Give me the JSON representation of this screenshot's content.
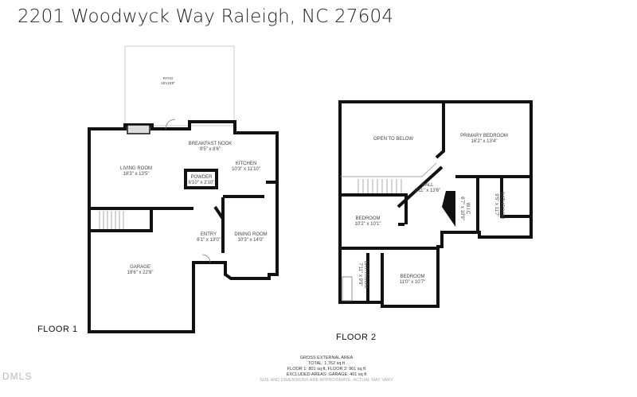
{
  "title": "2201 Woodwyck Way Raleigh, NC 27604",
  "floor1": {
    "label": "FLOOR 1",
    "rooms": [
      {
        "name": "PATIO",
        "size": "18'x15'8\""
      },
      {
        "name": "BREAKFAST NOOK",
        "size": "9'5\" x 8'6\""
      },
      {
        "name": "LIVING ROOM",
        "size": "18'3\" x 13'5\""
      },
      {
        "name": "KITCHEN",
        "size": "10'3\" x 11'10\""
      },
      {
        "name": "POWDER",
        "size": "6'10\" x 2'10\""
      },
      {
        "name": "ENTRY",
        "size": "6'1\" x 13'0\""
      },
      {
        "name": "DINING ROOM",
        "size": "10'3\" x 14'0\""
      },
      {
        "name": "GARAGE",
        "size": "19'6\" x 22'8\""
      }
    ]
  },
  "floor2": {
    "label": "FLOOR 2",
    "rooms": [
      {
        "name": "OPEN TO BELOW",
        "size": ""
      },
      {
        "name": "PRIMARY BEDROOM",
        "size": "16'2\" x 13'4\""
      },
      {
        "name": "HALL",
        "size": "8'11\" x 13'6\""
      },
      {
        "name": "W.I.C",
        "size": "6'7\" x 10'9\""
      },
      {
        "name": "BATHROOM",
        "size": "9'5\" x 11'7\""
      },
      {
        "name": "BEDROOM",
        "size": "10'2\" x 10'1\""
      },
      {
        "name": "BATHROOM",
        "size": "7'11\" x 9'9\""
      },
      {
        "name": "BEDROOM",
        "size": "11'0\" x 10'7\""
      }
    ]
  },
  "area": {
    "heading": "GROSS EXTERNAL AREA",
    "total": "TOTAL: 1,762 sq ft",
    "floors": "FLOOR 1: 801 sq ft, FLOOR 2: 961 sq ft",
    "excluded": "EXCLUDED AREAS: GARAGE: 401 sq ft",
    "note": "SIZE AND DIMENSIONS ARE APPROXIMATE, ACTUAL MAY VARY"
  },
  "watermark": "DMLS"
}
